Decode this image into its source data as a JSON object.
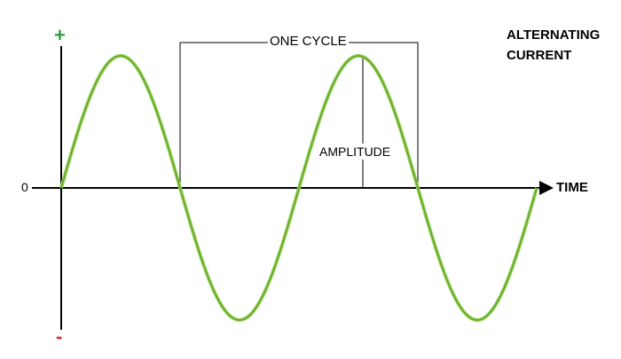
{
  "diagram": {
    "title_line1": "ALTERNATING",
    "title_line2": "CURRENT",
    "positive_label": "+",
    "negative_label": "-",
    "zero_label": "0",
    "time_axis_label": "TIME",
    "cycle_label": "ONE CYCLE",
    "amplitude_label": "AMPLITUDE"
  },
  "colors": {
    "wave": "#8fd14f",
    "wave_core": "#5a8f2a",
    "plus_sign": "#2e9e3e",
    "minus_sign": "#e02020",
    "axes": "#000000"
  },
  "wave": {
    "cycles": 2,
    "shape": "sine"
  }
}
